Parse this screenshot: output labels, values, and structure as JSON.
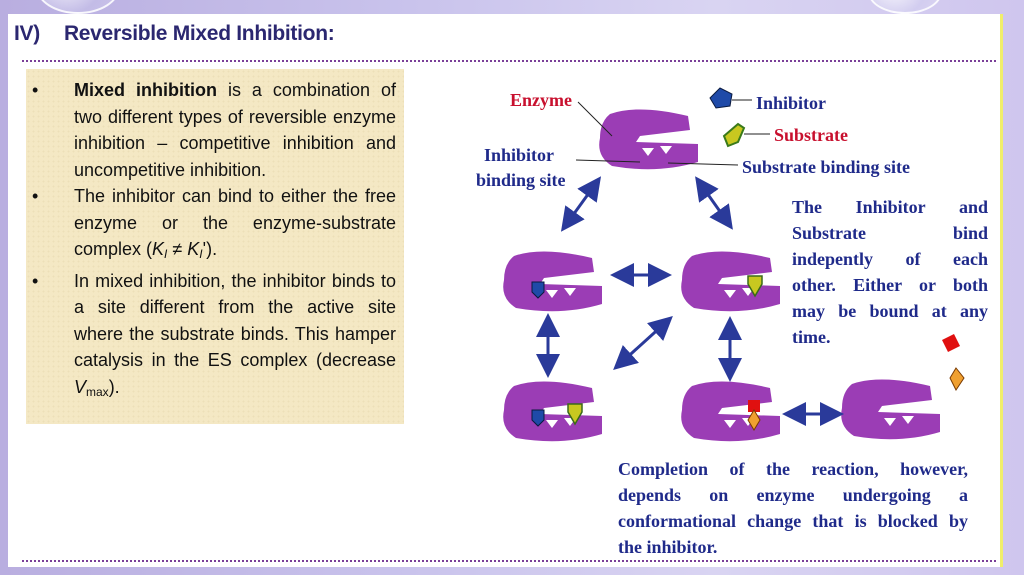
{
  "slide": {
    "title_number": "IV)",
    "title_text": "Reversible Mixed Inhibition:"
  },
  "bullets": {
    "b1_term": "Mixed inhibition",
    "b1_rest": " is a combination of two different types of reversible enzyme inhibition – competitive inhibition and uncompetitive inhibition.",
    "b2_pre": "The inhibitor can bind to either the free enzyme or the enzyme-substrate complex (",
    "b2_k": "K",
    "b2_ki": "I",
    "b2_neq": " ≠ ",
    "b2_k2": "K",
    "b2_ki2": "I",
    "b2_post": "').",
    "b3_pre": "In mixed inhibition, the inhibitor binds to a site different from the active site where the substrate binds. This hamper catalysis in the ES complex (decrease ",
    "b3_v": "V",
    "b3_vsub": "max",
    "b3_post": ").",
    "bullet_char": "•"
  },
  "diagram": {
    "label_enzyme": "Enzyme",
    "label_inhibitor": "Inhibitor",
    "label_substrate": "Substrate",
    "label_inhibitor_site_1": "Inhibitor",
    "label_inhibitor_site_2": "binding site",
    "label_substrate_site": "Substrate binding site",
    "para1_lines": [
      "The Inhibitor and",
      "Substrate bind",
      "indepently of each",
      "other. Either or both",
      "may be bound at any",
      "time."
    ],
    "para2_lines": [
      "Completion of the reaction, however,",
      "depends on enzyme undergoing a",
      "conformational change that is blocked by",
      "the inhibitor."
    ],
    "colors": {
      "enzyme": "#9b3db5",
      "inhibitor": "#1f4aa8",
      "substrate": "#c8c820",
      "substrate_dark": "#5a9a2a",
      "arrow": "#2a3a9a",
      "product_red": "#e01010",
      "product_orange": "#f0a030"
    }
  }
}
